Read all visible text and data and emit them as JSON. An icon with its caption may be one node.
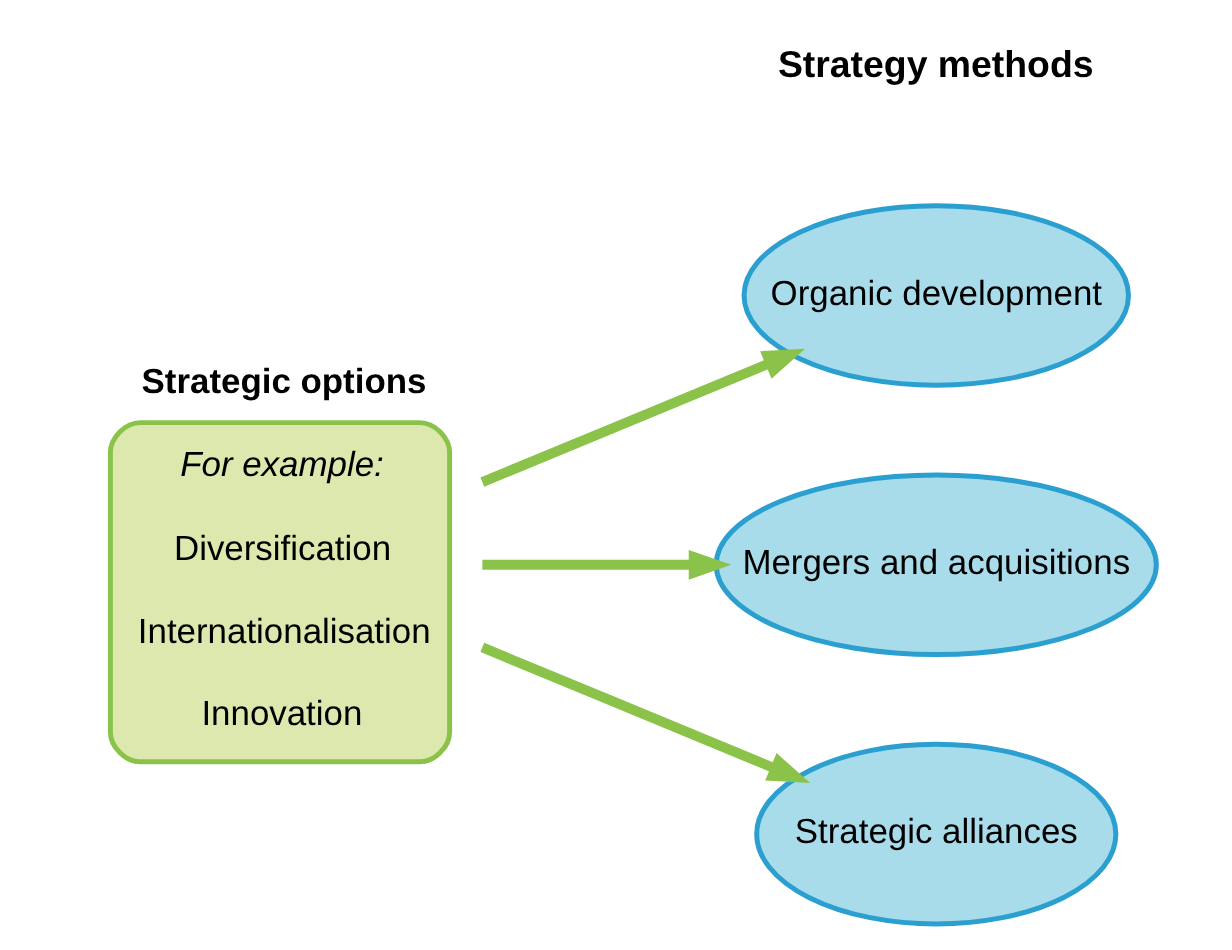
{
  "diagram": {
    "nodes": [
      {
        "text": [
          "Strategic options",
          "For example:",
          "Diversification",
          "Internationalisation",
          "Innovation"
        ]
      },
      {
        "text": [
          "Organic development"
        ]
      },
      {
        "text": [
          "Mergers and acquisitions"
        ]
      },
      {
        "text": [
          "Strategic alliances"
        ]
      }
    ],
    "edges": [
      {
        "from": 0,
        "to": 1,
        "arrow": "to"
      },
      {
        "from": 0,
        "to": 2,
        "arrow": "to"
      },
      {
        "from": 0,
        "to": 3,
        "arrow": "to"
      }
    ],
    "labels": [
      "Strategy methods"
    ]
  }
}
